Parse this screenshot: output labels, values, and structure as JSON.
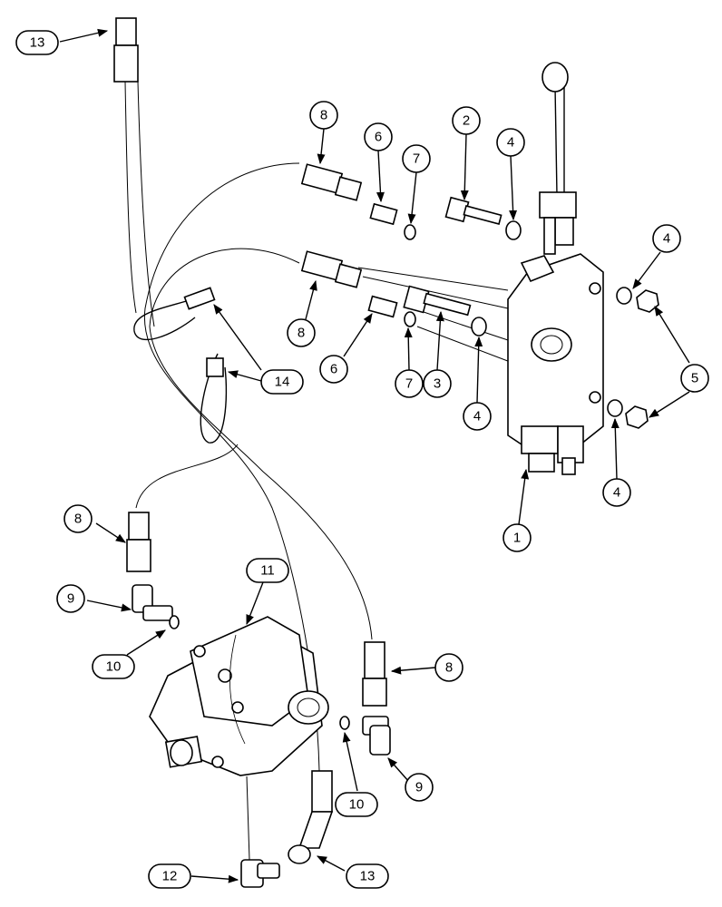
{
  "diagram": {
    "callouts": [
      {
        "id": "c13a",
        "label": "13"
      },
      {
        "id": "c8a",
        "label": "8"
      },
      {
        "id": "c6a",
        "label": "6"
      },
      {
        "id": "c7a",
        "label": "7"
      },
      {
        "id": "c2",
        "label": "2"
      },
      {
        "id": "c4a",
        "label": "4"
      },
      {
        "id": "c4b",
        "label": "4"
      },
      {
        "id": "c5",
        "label": "5"
      },
      {
        "id": "c8b",
        "label": "8"
      },
      {
        "id": "c6b",
        "label": "6"
      },
      {
        "id": "c7b",
        "label": "7"
      },
      {
        "id": "c3",
        "label": "3"
      },
      {
        "id": "c4c",
        "label": "4"
      },
      {
        "id": "c14",
        "label": "14"
      },
      {
        "id": "c4d",
        "label": "4"
      },
      {
        "id": "c1",
        "label": "1"
      },
      {
        "id": "c8c",
        "label": "8"
      },
      {
        "id": "c11",
        "label": "11"
      },
      {
        "id": "c9a",
        "label": "9"
      },
      {
        "id": "c10a",
        "label": "10"
      },
      {
        "id": "c8d",
        "label": "8"
      },
      {
        "id": "c9b",
        "label": "9"
      },
      {
        "id": "c10b",
        "label": "10"
      },
      {
        "id": "c12",
        "label": "12"
      },
      {
        "id": "c13b",
        "label": "13"
      }
    ]
  }
}
